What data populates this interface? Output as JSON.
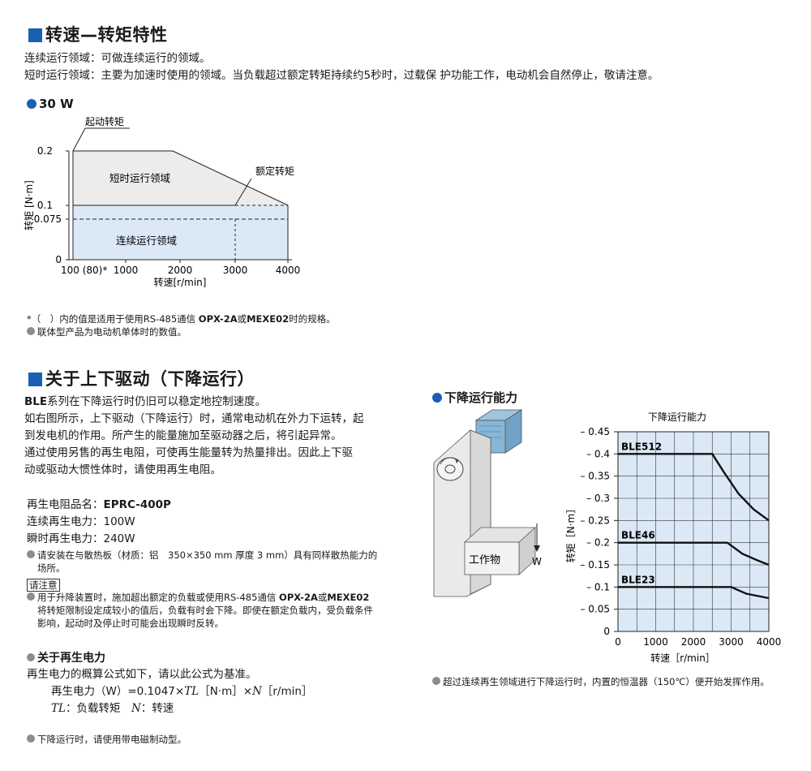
{
  "section1": {
    "title": "转速—转矩特性",
    "line1": "连续运行领域：可做连续运行的领域。",
    "line2": "短时运行领域：主要为加速时使用的领域。当负载超过额定转矩持续约5秒时，过载保 护功能工作，电动机会自然停止，敬请注意。"
  },
  "chart1": {
    "heading": "30 W",
    "label_start_torque": "起动转矩",
    "label_rated_torque": "额定转矩",
    "label_short": "短时运行领域",
    "label_cont": "连续运行领域",
    "ylabel": "转矩 [N·m]",
    "xlabel": "转速[r/min]",
    "yticks": [
      "0",
      "0.075",
      "0.1",
      "0.2"
    ],
    "xticks": [
      "100 (80)*",
      "1000",
      "2000",
      "3000",
      "4000"
    ]
  },
  "notes1": {
    "n1_pre": "*（　）内的值是适用于使用RS-485通信 ",
    "n1_b1": "OPX-2A",
    "n1_mid": "或",
    "n1_b2": "MEXE02",
    "n1_post": "时的规格。",
    "n2": "联体型产品为电动机单体时的数值。"
  },
  "section2": {
    "title": "关于上下驱动（下降运行）",
    "p1_b": "BLE",
    "p1": "系列在下降运行时仍旧可以稳定地控制速度。",
    "p2a": "如右图所示，上下驱动（下降运行）时，通常电动机在外力下运转，起",
    "p2b": "到发电机的作用。所产生的能量施加至驱动器之后，将引起异常。",
    "p3a": "通过使用另售的再生电阻，可使再生能量转为热量排出。因此上下驱",
    "p3b": "动或驱动大惯性体时，请使用再生电阻。",
    "spec1_label": "再生电阻品名：",
    "spec1_value": "EPRC-400P",
    "spec2": "连续再生电力：100W",
    "spec3": "瞬时再生电力：240W",
    "install_a": "请安装在与散热板（材质：铝　350×350 mm 厚度 3 mm）具有同样散热能力的",
    "install_b": "场所。",
    "caution": "请注意",
    "c1_pre": "用于升降装置时，施加超出额定的负载或使用RS-485通信 ",
    "c1_b1": "OPX-2A",
    "c1_mid": "或",
    "c1_b2": "MEXE02",
    "c1_line2": "将转矩限制设定成较小的值后，负载有时会下降。即使在额定负载内，受负载条件",
    "c1_line3": "影响，起动时及停止时可能会出现瞬时反转。",
    "regen_heading": "关于再生电力",
    "regen_intro": "再生电力的概算公式如下，请以此公式为基准。",
    "formula_pre": "再生电力（W）=0.1047×",
    "formula_TL": "TL",
    "formula_mid": "［N·m］×",
    "formula_N": "N",
    "formula_post": "［r/min］",
    "legend_TL": "TL",
    "legend_TL_text": "：负载转矩　",
    "legend_N": "N",
    "legend_N_text": "：转速",
    "note_brake": "下降运行时，请使用带电磁制动型。"
  },
  "figure": {
    "heading": "下降运行能力",
    "workpiece": "工作物",
    "weight": "W"
  },
  "chart_data": {
    "type": "line",
    "title": "下降运行能力",
    "xlabel": "转速［r/min］",
    "ylabel": "转矩［N·m］",
    "xlim": [
      0,
      4000
    ],
    "ylim": [
      0,
      0.45
    ],
    "xticks": [
      0,
      1000,
      2000,
      3000,
      4000
    ],
    "yticks": [
      0,
      0.05,
      0.1,
      0.15,
      0.2,
      0.25,
      0.3,
      0.35,
      0.4,
      0.45
    ],
    "series": [
      {
        "name": "BLE512",
        "points": [
          [
            0,
            0.4
          ],
          [
            2500,
            0.4
          ],
          [
            2800,
            0.36
          ],
          [
            3200,
            0.31
          ],
          [
            3600,
            0.275
          ],
          [
            4000,
            0.25
          ]
        ]
      },
      {
        "name": "BLE46",
        "points": [
          [
            0,
            0.2
          ],
          [
            2900,
            0.2
          ],
          [
            3300,
            0.175
          ],
          [
            3700,
            0.16
          ],
          [
            4000,
            0.15
          ]
        ]
      },
      {
        "name": "BLE23",
        "points": [
          [
            0,
            0.1
          ],
          [
            3000,
            0.1
          ],
          [
            3400,
            0.085
          ],
          [
            4000,
            0.075
          ]
        ]
      }
    ],
    "footnote": "超过连续再生领域进行下降运行时，内置的恒温器（150℃）便开始发挥作用。"
  }
}
